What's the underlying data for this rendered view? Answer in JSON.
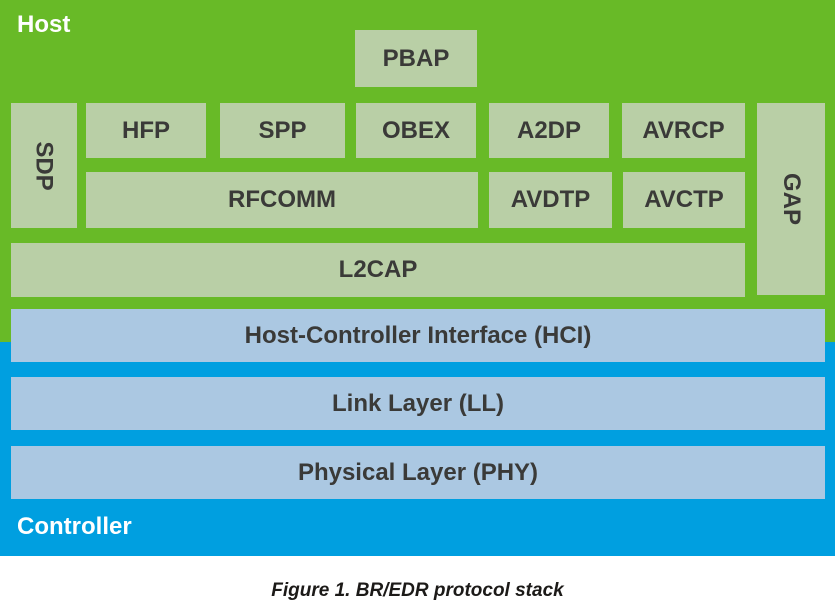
{
  "regions": {
    "host": {
      "label": "Host"
    },
    "controller": {
      "label": "Controller"
    }
  },
  "boxes": {
    "pbap": {
      "label": "PBAP"
    },
    "sdp": {
      "label": "SDP"
    },
    "hfp": {
      "label": "HFP"
    },
    "spp": {
      "label": "SPP"
    },
    "obex": {
      "label": "OBEX"
    },
    "a2dp": {
      "label": "A2DP"
    },
    "avrcp": {
      "label": "AVRCP"
    },
    "gap": {
      "label": "GAP"
    },
    "rfcomm": {
      "label": "RFCOMM"
    },
    "avdtp": {
      "label": "AVDTP"
    },
    "avctp": {
      "label": "AVCTP"
    },
    "l2cap": {
      "label": "L2CAP"
    },
    "hci": {
      "label": "Host-Controller Interface (HCI)"
    },
    "link_layer": {
      "label": "Link Layer (LL)"
    },
    "physical_layer": {
      "label": "Physical Layer (PHY)"
    }
  },
  "caption": "Figure 1. BR/EDR protocol stack",
  "colors": {
    "host_bg": "#68ba27",
    "host_box_bg": "#b9cfa6",
    "controller_bg": "#009fe0",
    "controller_box_bg": "#abc8e2",
    "box_text": "#3a3a38",
    "region_label_text": "#ffffff",
    "caption_text": "#1c1a18"
  }
}
